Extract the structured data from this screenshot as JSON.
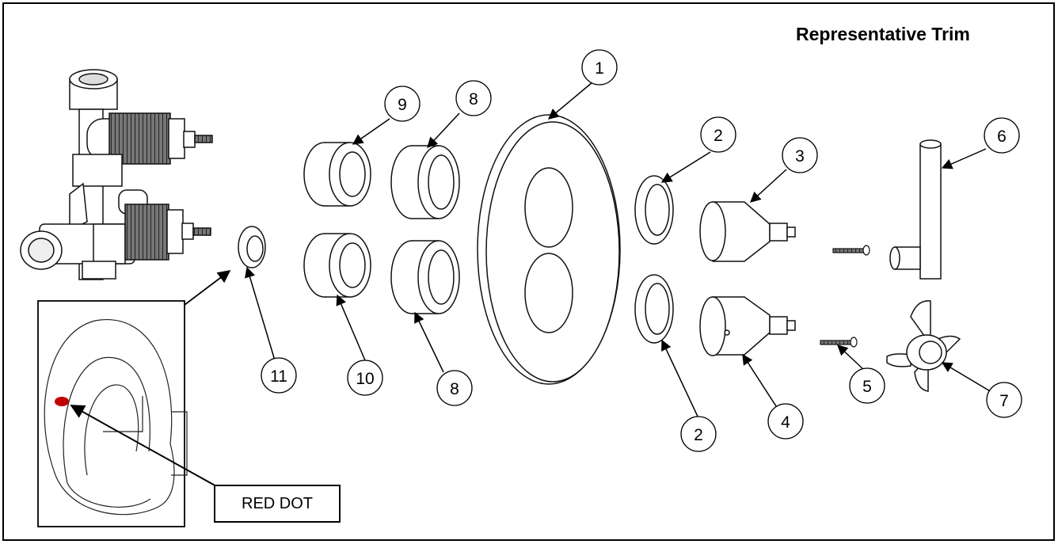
{
  "title": "Representative Trim",
  "inset_label": "RED DOT",
  "callouts": [
    "1",
    "2",
    "2",
    "3",
    "4",
    "5",
    "6",
    "7",
    "8",
    "8",
    "9",
    "10",
    "11"
  ],
  "colors": {
    "red_dot": "#c00000",
    "line": "#000000",
    "background": "#ffffff"
  }
}
